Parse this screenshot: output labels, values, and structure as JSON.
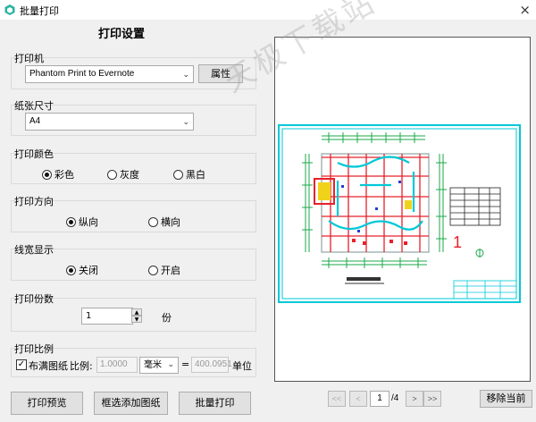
{
  "window": {
    "title": "批量打印",
    "close": "×"
  },
  "panel_title": "打印设置",
  "printer": {
    "label": "打印机",
    "selected": "Phantom Print to Evernote",
    "properties_button": "属性"
  },
  "paper": {
    "label": "纸张尺寸",
    "selected": "A4"
  },
  "color": {
    "label": "打印颜色",
    "options": [
      "彩色",
      "灰度",
      "黑白"
    ],
    "selected": 0
  },
  "orientation": {
    "label": "打印方向",
    "options": [
      "纵向",
      "横向"
    ],
    "selected": 0
  },
  "lineweight": {
    "label": "线宽显示",
    "options": [
      "关闭",
      "开启"
    ],
    "selected": 0
  },
  "copies": {
    "label": "打印份数",
    "value": "1",
    "unit": "份"
  },
  "scale": {
    "label": "打印比例",
    "fit_label": "布满图纸",
    "fit_checked": true,
    "ratio_label": "比例:",
    "ratio_value": "1.0000",
    "unit_selected": "毫米",
    "equals": "=",
    "drawing_value": "400.0951",
    "drawing_unit": "单位"
  },
  "buttons": {
    "preview": "打印预览",
    "add_drawing": "框选添加图纸",
    "batch_print": "批量打印",
    "remove_current": "移除当前"
  },
  "pager": {
    "first": "<<",
    "prev": "<",
    "current": "1",
    "total": "/4",
    "next": ">",
    "last": ">>"
  },
  "watermark": "天极下载站",
  "drawing": {
    "sheet_number": "1",
    "colors": {
      "frame": "#00c8d7",
      "accent_red": "#e8202a",
      "grid_green": "#1aa84a",
      "yellow": "#f1d21a",
      "blue": "#2040d0"
    }
  }
}
